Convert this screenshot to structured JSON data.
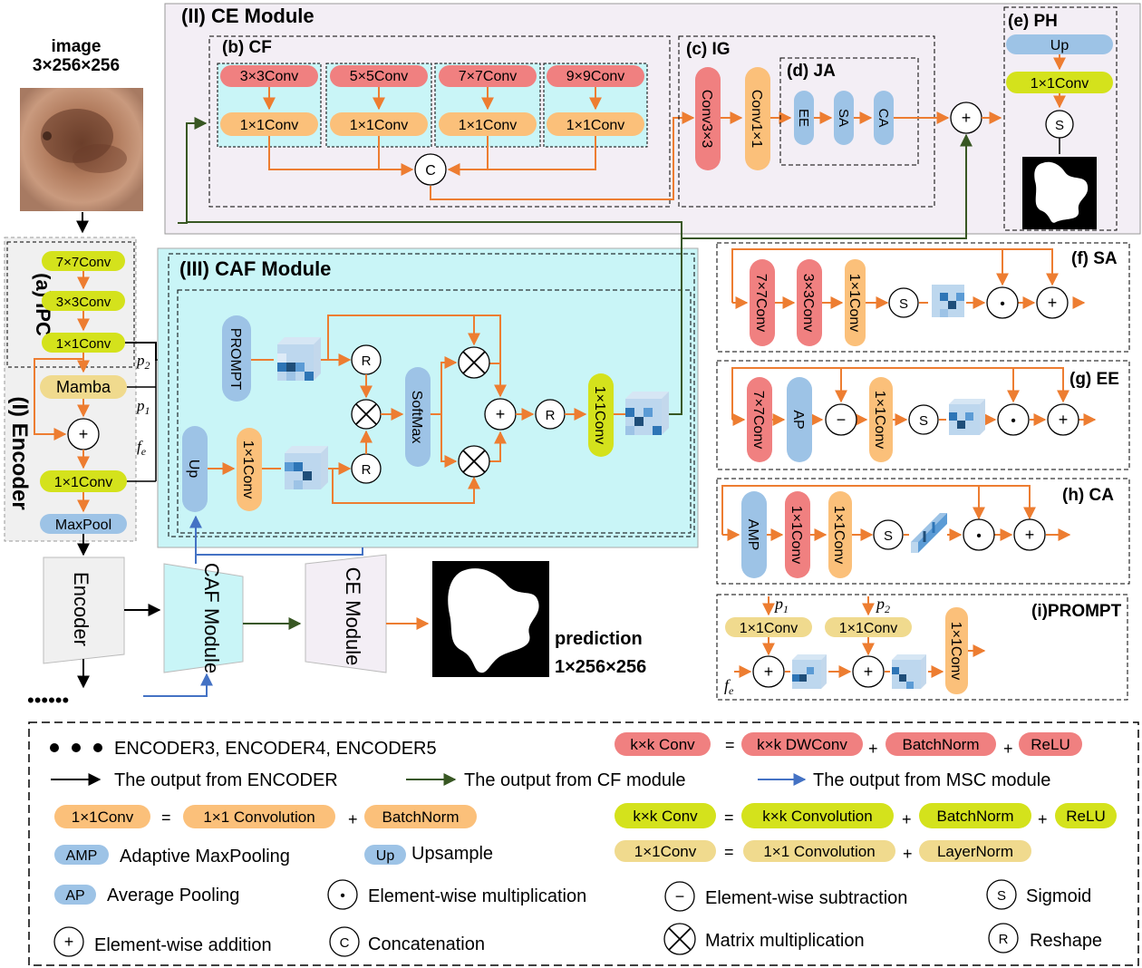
{
  "colors": {
    "red_conv": "#f08080",
    "orange_conv": "#fbc07a",
    "yellow_green_conv": "#d4e21c",
    "khaki_conv": "#f0da8e",
    "blue_op": "#9dc3e6",
    "arrow_orange": "#ed7d31",
    "arrow_green": "#385723",
    "arrow_blue": "#4472c4",
    "ce_bg": "#f3eef5",
    "caf_bg": "#c9f5f7",
    "encoder_bg": "#f0f0f0"
  },
  "input": {
    "title": "image",
    "shape": "3×256×256"
  },
  "ce": {
    "title": "(II) CE Module",
    "cf": {
      "title": "(b) CF",
      "convs": [
        "3×3Conv",
        "5×5Conv",
        "7×7Conv",
        "9×9Conv"
      ],
      "pw": "1×1Conv",
      "concat": "C"
    },
    "ig": {
      "title": "(c) IG",
      "conv3": "Conv3×3",
      "conv1": "Conv1×1"
    },
    "ja": {
      "title": "(d) JA",
      "ops": [
        "EE",
        "SA",
        "CA"
      ]
    },
    "add": "+",
    "ph": {
      "title": "(e) PH",
      "up": "Up",
      "conv": "1×1Conv",
      "sig": "S"
    }
  },
  "enc": {
    "ipc_title": "(a) IPC",
    "enc_title": "(I) Encoder",
    "c7": "7×7Conv",
    "c3": "3×3Conv",
    "c1": "1×1Conv",
    "mamba": "Mamba",
    "add": "+",
    "c1b": "1×1Conv",
    "pool": "MaxPool",
    "p2": "p",
    "p2sub": "2",
    "p1": "p",
    "p1sub": "1",
    "fe": "f",
    "fesub": "e"
  },
  "caf": {
    "title": "(III) CAF Module",
    "prompt": "PROMPT",
    "up": "Up",
    "conv1": "1×1Conv",
    "r": "R",
    "softmax": "SoftMax",
    "plus": "+",
    "conv_out": "1×1Conv"
  },
  "bottom": {
    "encoder": "Encoder",
    "caf": "CAF Module",
    "ce": "CE Module",
    "pred_title": "prediction",
    "pred_shape": "1×256×256",
    "dots": "••••••"
  },
  "sa": {
    "title": "(f) SA",
    "ops": [
      "7×7Conv",
      "3×3Conv",
      "1×1Conv"
    ],
    "sig": "S",
    "mul": "•",
    "add": "+"
  },
  "ee": {
    "title": "(g) EE",
    "ops": [
      "7×7Conv",
      "AP",
      "1×1Conv"
    ],
    "sub": "−",
    "sig": "S",
    "mul": "•",
    "add": "+"
  },
  "ca": {
    "title": "(h) CA",
    "ops": [
      "AMP",
      "1×1Conv",
      "1×1Conv"
    ],
    "sig": "S",
    "mul": "•",
    "add": "+"
  },
  "pr": {
    "title": "(i)PROMPT",
    "p1": "p",
    "p1sub": "1",
    "p2": "p",
    "p2sub": "2",
    "conv": "1×1Conv",
    "out": "1×1Conv",
    "fe": "f",
    "fesub": "e",
    "add": "+"
  },
  "legend": {
    "dots_text": "ENCODER3, ENCODER4, ENCODER5",
    "black_arrow": "The output from ENCODER",
    "green_arrow": "The output from CF module",
    "blue_arrow": "The output from MSC module",
    "red_eq": [
      "k×k Conv",
      "=",
      "k×k DWConv",
      "+",
      "BatchNorm",
      "+",
      "ReLU"
    ],
    "orange_eq": [
      "1×1Conv",
      "=",
      "1×1 Convolution",
      "+",
      "BatchNorm"
    ],
    "yg_eq": [
      "k×k Conv",
      "=",
      "k×k Convolution",
      "+",
      "BatchNorm",
      "+",
      "ReLU"
    ],
    "khaki_eq": [
      "1×1Conv",
      "=",
      "1×1 Convolution",
      "+",
      "LayerNorm"
    ],
    "amp": [
      "AMP",
      "Adaptive MaxPooling"
    ],
    "up": [
      "Up",
      "Upsample"
    ],
    "ap": [
      "AP",
      "Average Pooling"
    ],
    "dot": [
      "•",
      "Element-wise multiplication"
    ],
    "sub": [
      "−",
      "Element-wise subtraction"
    ],
    "sig": [
      "S",
      "Sigmoid"
    ],
    "add": [
      "+",
      "Element-wise addition"
    ],
    "cat": [
      "C",
      "Concatenation"
    ],
    "mat": [
      "Matrix multiplication"
    ],
    "rsh": [
      "R",
      "Reshape"
    ]
  }
}
